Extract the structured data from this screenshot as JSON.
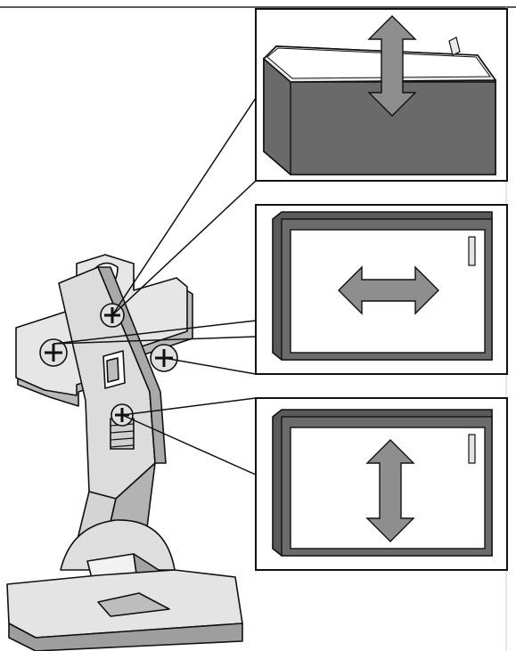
{
  "figure": {
    "colors": {
      "background": "#ffffff",
      "outline": "#111111",
      "panel_border": "#222222",
      "dark_gray": "#6b6b6b",
      "mid_gray": "#8c8c8c",
      "light_gray": "#d9d9d9",
      "hinge_gray": "#e3e3e3",
      "arrow_fill": "#8e8e8e"
    },
    "panels": [
      {
        "name": "panel-depth-adjustment",
        "view": "top-of-cabinet",
        "arrow": "vertical-double-arrow-icon",
        "adjusts": "depth"
      },
      {
        "name": "panel-side-adjustment",
        "view": "door-front",
        "arrow": "horizontal-double-arrow-icon",
        "adjusts": "side"
      },
      {
        "name": "panel-height-adjustment",
        "view": "door-front",
        "arrow": "vertical-double-arrow-icon",
        "adjusts": "height"
      }
    ],
    "screws": [
      {
        "name": "screw-depth",
        "icon": "phillips-screw-icon"
      },
      {
        "name": "screw-side-left",
        "icon": "phillips-screw-icon"
      },
      {
        "name": "screw-side-right",
        "icon": "phillips-screw-icon"
      },
      {
        "name": "screw-height",
        "icon": "phillips-screw-icon"
      }
    ]
  }
}
